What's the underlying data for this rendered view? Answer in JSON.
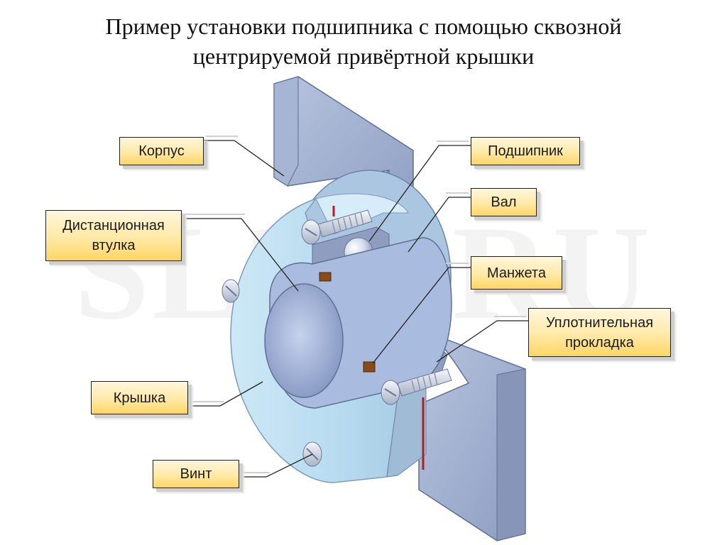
{
  "title": {
    "line1": "Пример установки подшипника с помощью сквозной",
    "line2": "центрируемой привёртной крышки"
  },
  "watermark": "SL3D.RU",
  "labels": {
    "korpus": "Корпус",
    "distantsionnaya_line1": "Дистанционная",
    "distantsionnaya_line2": "втулка",
    "kryshka": "Крышка",
    "vint": "Винт",
    "podshipnik": "Подшипник",
    "val": "Вал",
    "manzheta": "Манжета",
    "uplotnitelnaya_line1": "Уплотнительная",
    "uplotnitelnaya_line2": "прокладка"
  },
  "colors": {
    "housing": "#9aaacb",
    "housing_dark": "#7586aa",
    "cover": "#bfe0f2",
    "cover_light": "#dff1fb",
    "shaft": "#9eb2d8",
    "gasket": "#b02020",
    "seal": "#8a4a1a",
    "label_border": "#202020",
    "leader": "#222222"
  }
}
